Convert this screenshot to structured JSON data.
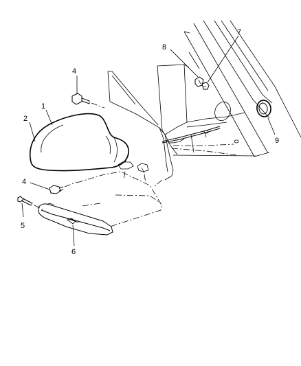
{
  "callouts": [
    {
      "id": "c1",
      "label": "1"
    },
    {
      "id": "c2",
      "label": "2"
    },
    {
      "id": "c4a",
      "label": "4"
    },
    {
      "id": "c4b",
      "label": "4"
    },
    {
      "id": "c5",
      "label": "5"
    },
    {
      "id": "c6",
      "label": "6"
    },
    {
      "id": "c7",
      "label": "7"
    },
    {
      "id": "c8",
      "label": "8"
    },
    {
      "id": "c9",
      "label": "9"
    }
  ]
}
